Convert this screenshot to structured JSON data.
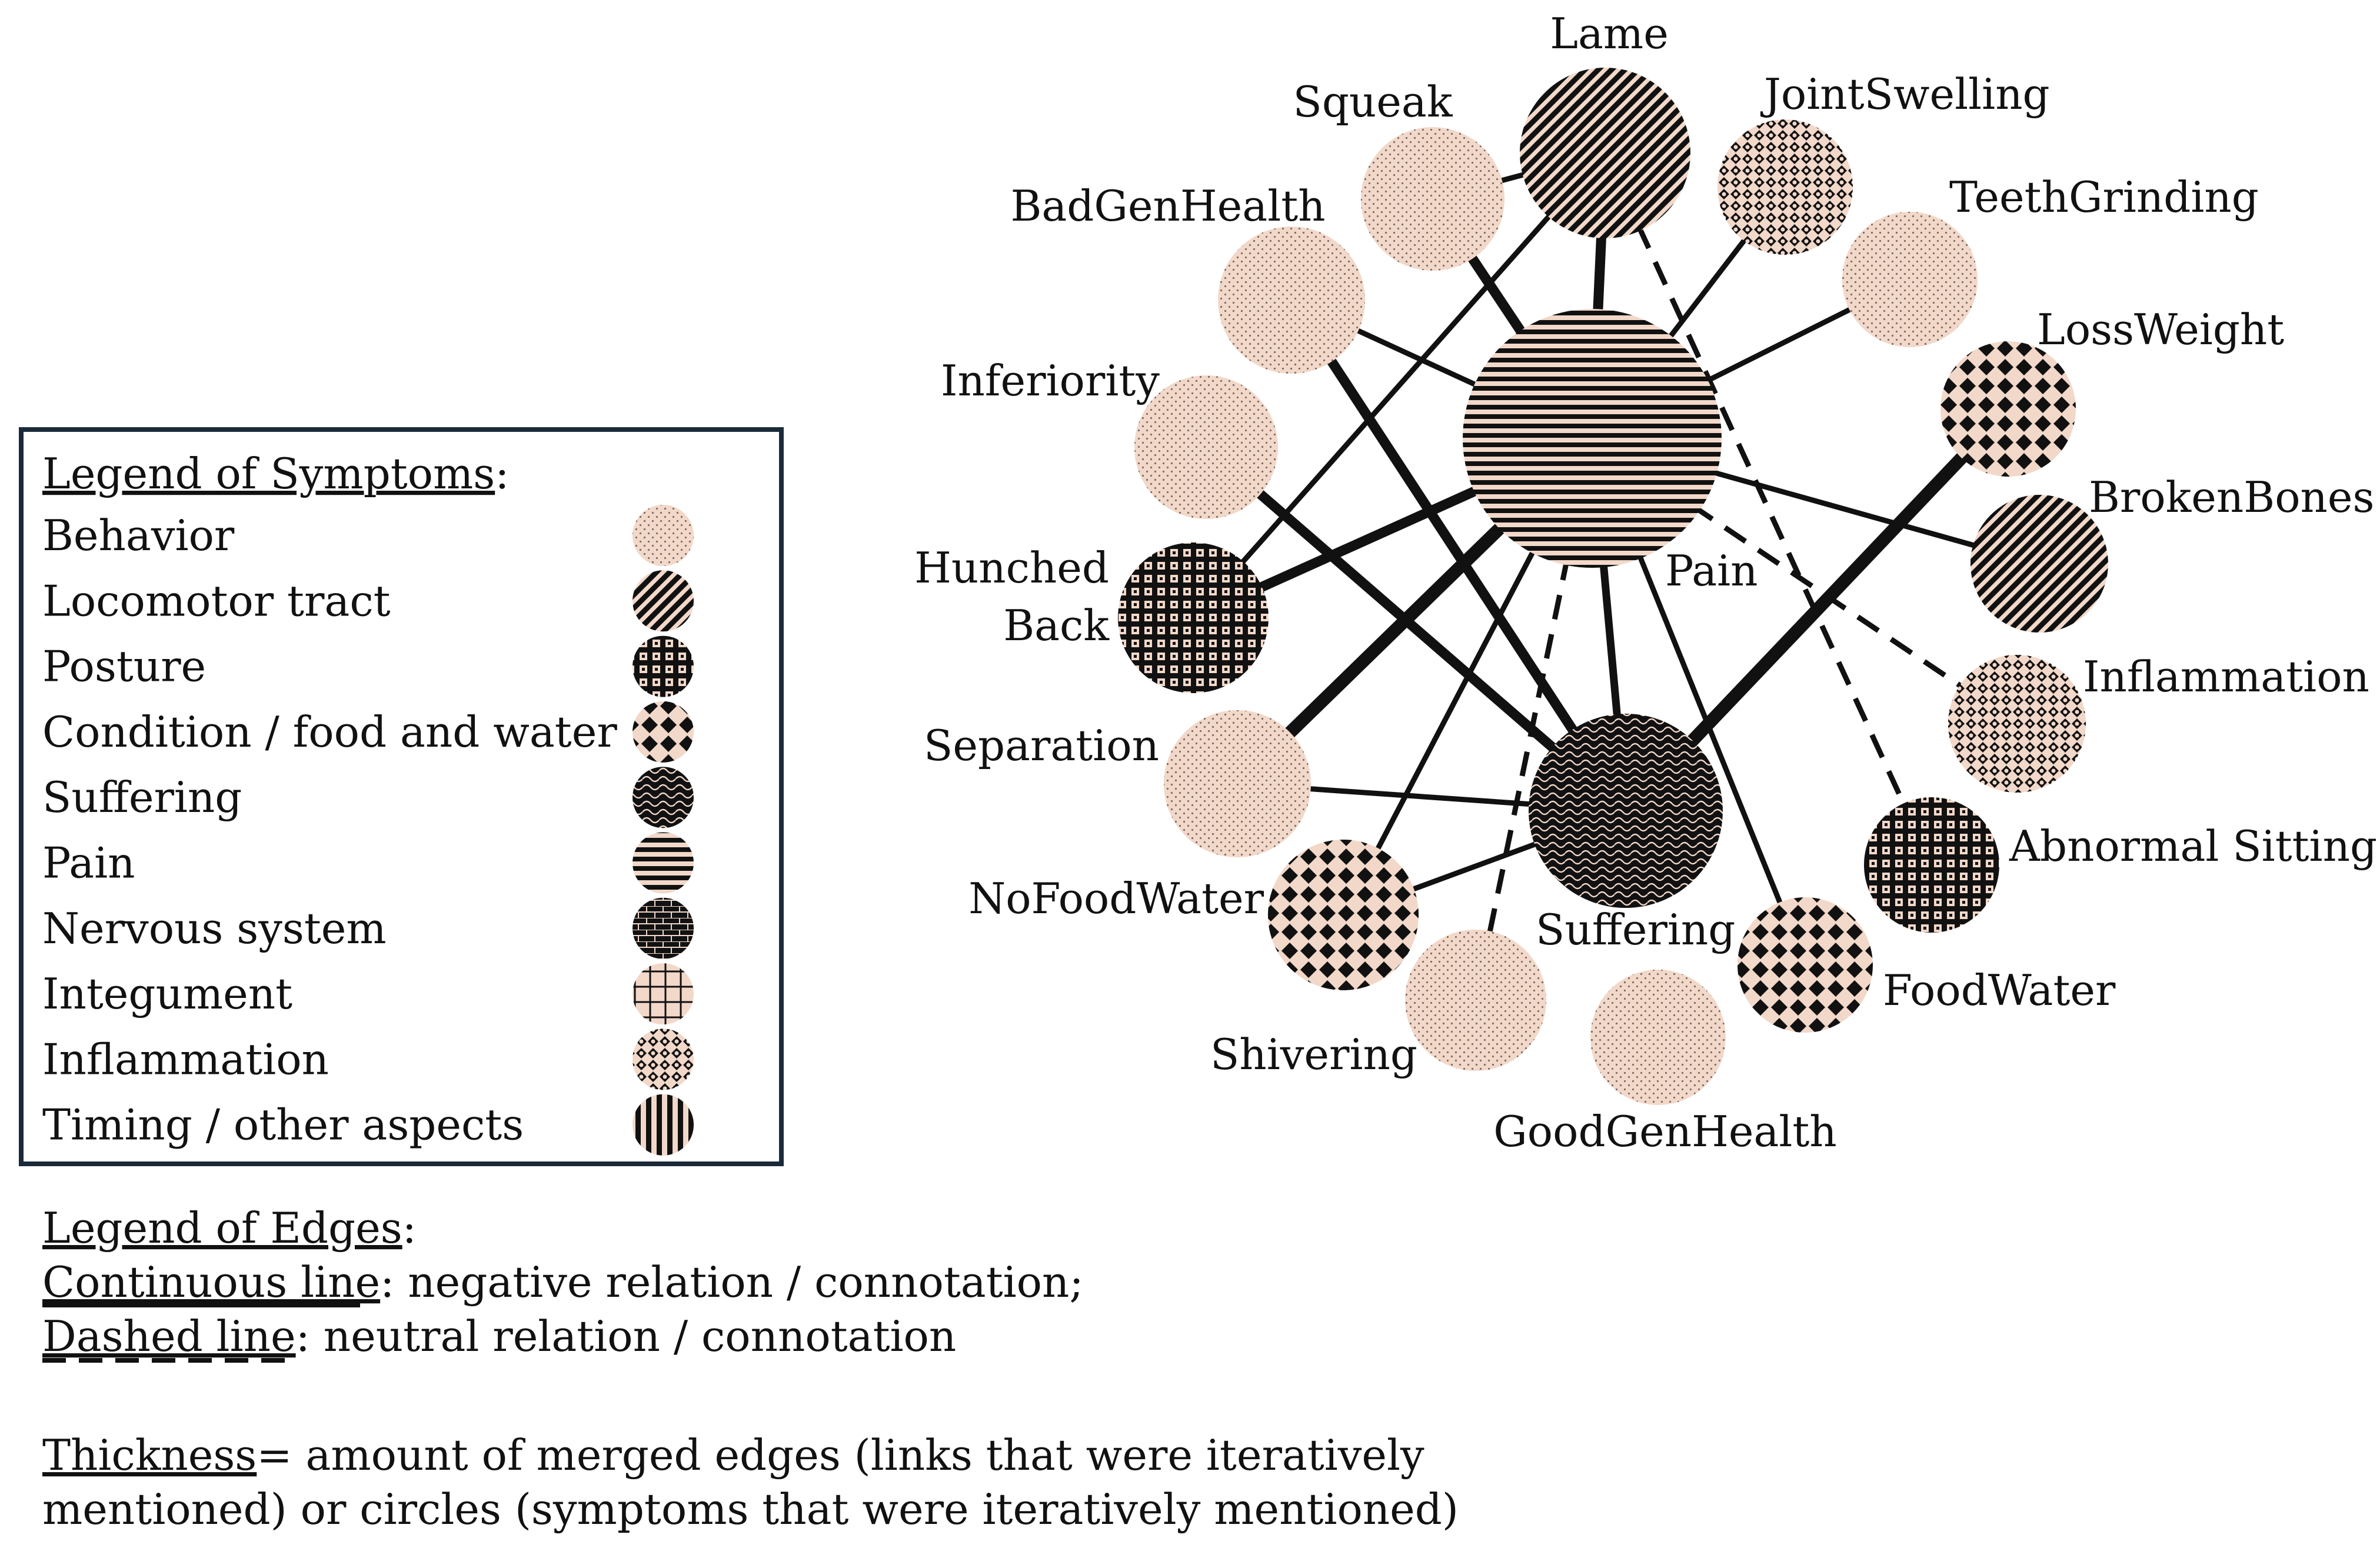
{
  "symptom_legend": {
    "title": "Legend of Symptoms",
    "title_suffix": ":",
    "items": [
      {
        "label": "Behavior",
        "pattern": "behavior"
      },
      {
        "label": "Locomotor tract",
        "pattern": "locomotor"
      },
      {
        "label": "Posture",
        "pattern": "posture"
      },
      {
        "label": "Condition / food and water",
        "pattern": "condition"
      },
      {
        "label": "Suffering",
        "pattern": "suffering"
      },
      {
        "label": "Pain",
        "pattern": "pain"
      },
      {
        "label": "Nervous system",
        "pattern": "nervous"
      },
      {
        "label": "Integument",
        "pattern": "integument"
      },
      {
        "label": "Inflammation",
        "pattern": "inflammation"
      },
      {
        "label": "Timing / other aspects",
        "pattern": "timing"
      }
    ]
  },
  "edge_legend": {
    "title": "Legend of Edges",
    "title_suffix": ":",
    "continuous_term": "Continuous line",
    "continuous_desc": ": negative relation / connotation;",
    "dashed_term": "Dashed line",
    "dashed_desc": ": neutral relation / connotation",
    "thickness_term": "Thickness",
    "thickness_desc_1": "= amount of merged edges (links that were iteratively",
    "thickness_desc_2": "mentioned) or circles (symptoms that were iteratively mentioned)"
  },
  "colors": {
    "fill_light": "#f2d8c9",
    "ink": "#111111",
    "legend_border": "#1b2a3a"
  },
  "nodes": [
    {
      "id": "pain",
      "label": "Pain",
      "category": "pain"
    },
    {
      "id": "suffering",
      "label": "Suffering",
      "category": "suffering"
    },
    {
      "id": "lame",
      "label": "Lame",
      "category": "locomotor"
    },
    {
      "id": "squeak",
      "label": "Squeak",
      "category": "behavior"
    },
    {
      "id": "jointswelling",
      "label": "JointSwelling",
      "category": "inflammation"
    },
    {
      "id": "teethgrinding",
      "label": "TeethGrinding",
      "category": "behavior"
    },
    {
      "id": "badgenhealth",
      "label": "BadGenHealth",
      "category": "behavior"
    },
    {
      "id": "lossweight",
      "label": "LossWeight",
      "category": "condition"
    },
    {
      "id": "inferiority",
      "label": "Inferiority",
      "category": "behavior"
    },
    {
      "id": "brokenbones",
      "label": "BrokenBones",
      "category": "locomotor"
    },
    {
      "id": "hunchedback",
      "label": "Hunched Back",
      "category": "posture"
    },
    {
      "id": "inflammation",
      "label": "Inflammation",
      "category": "inflammation"
    },
    {
      "id": "separation",
      "label": "Separation",
      "category": "behavior"
    },
    {
      "id": "abnormalsitting",
      "label": "Abnormal Sitting",
      "category": "posture"
    },
    {
      "id": "nofoodwater",
      "label": "NoFoodWater",
      "category": "condition"
    },
    {
      "id": "foodwater",
      "label": "FoodWater",
      "category": "condition"
    },
    {
      "id": "shivering",
      "label": "Shivering",
      "category": "behavior"
    },
    {
      "id": "goodgenhealth",
      "label": "GoodGenHealth",
      "category": "behavior"
    }
  ],
  "edges": [
    {
      "source": "lame",
      "target": "squeak",
      "style": "solid",
      "weight": 2
    },
    {
      "source": "lame",
      "target": "pain",
      "style": "solid",
      "weight": 4
    },
    {
      "source": "lame",
      "target": "hunchedback",
      "style": "solid",
      "weight": 2
    },
    {
      "source": "lame",
      "target": "abnormalsitting",
      "style": "dashed",
      "weight": 2
    },
    {
      "source": "squeak",
      "target": "pain",
      "style": "solid",
      "weight": 4
    },
    {
      "source": "jointswelling",
      "target": "pain",
      "style": "solid",
      "weight": 2
    },
    {
      "source": "teethgrinding",
      "target": "pain",
      "style": "solid",
      "weight": 2
    },
    {
      "source": "badgenhealth",
      "target": "pain",
      "style": "solid",
      "weight": 2
    },
    {
      "source": "badgenhealth",
      "target": "suffering",
      "style": "solid",
      "weight": 4
    },
    {
      "source": "inferiority",
      "target": "suffering",
      "style": "solid",
      "weight": 4
    },
    {
      "source": "hunchedback",
      "target": "pain",
      "style": "solid",
      "weight": 4
    },
    {
      "source": "pain",
      "target": "brokenbones",
      "style": "solid",
      "weight": 2
    },
    {
      "source": "pain",
      "target": "inflammation",
      "style": "dashed",
      "weight": 2
    },
    {
      "source": "pain",
      "target": "suffering",
      "style": "solid",
      "weight": 3
    },
    {
      "source": "pain",
      "target": "separation",
      "style": "solid",
      "weight": 5
    },
    {
      "source": "pain",
      "target": "nofoodwater",
      "style": "solid",
      "weight": 2
    },
    {
      "source": "pain",
      "target": "foodwater",
      "style": "solid",
      "weight": 2
    },
    {
      "source": "pain",
      "target": "shivering",
      "style": "dashed",
      "weight": 2
    },
    {
      "source": "suffering",
      "target": "lossweight",
      "style": "solid",
      "weight": 5
    },
    {
      "source": "suffering",
      "target": "separation",
      "style": "solid",
      "weight": 2
    },
    {
      "source": "suffering",
      "target": "nofoodwater",
      "style": "solid",
      "weight": 2
    }
  ]
}
